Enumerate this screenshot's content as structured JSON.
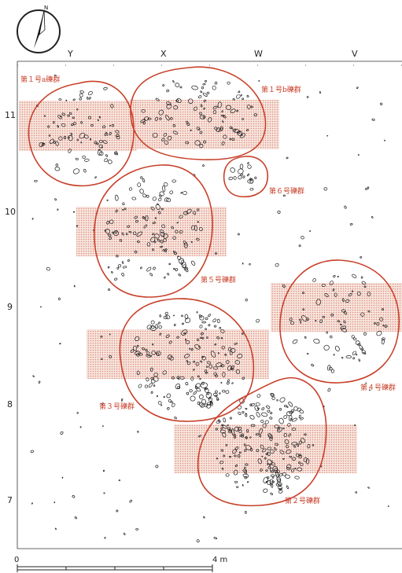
{
  "columns": [
    "Y",
    "X",
    "W",
    "V"
  ],
  "rows": [
    "11",
    "10",
    "9",
    "8",
    "7"
  ],
  "groups": [
    {
      "id": "1a",
      "label": "第１号a礫群"
    },
    {
      "id": "1b",
      "label": "第１号b礫群"
    },
    {
      "id": "6",
      "label": "第６号礫群"
    },
    {
      "id": "5",
      "label": "第５号礫群"
    },
    {
      "id": "4",
      "label": "第４号礫群"
    },
    {
      "id": "3",
      "label": "第３号礫群"
    },
    {
      "id": "2",
      "label": "第２号礫群"
    }
  ],
  "scale": {
    "start": "0",
    "end": "4 m"
  },
  "north_arrow": {
    "label": "N",
    "icon": "north-arrow-icon"
  },
  "colors": {
    "boundary": "#c8402a",
    "hatch": "#d9826e",
    "stone": "#1a1a1a"
  }
}
